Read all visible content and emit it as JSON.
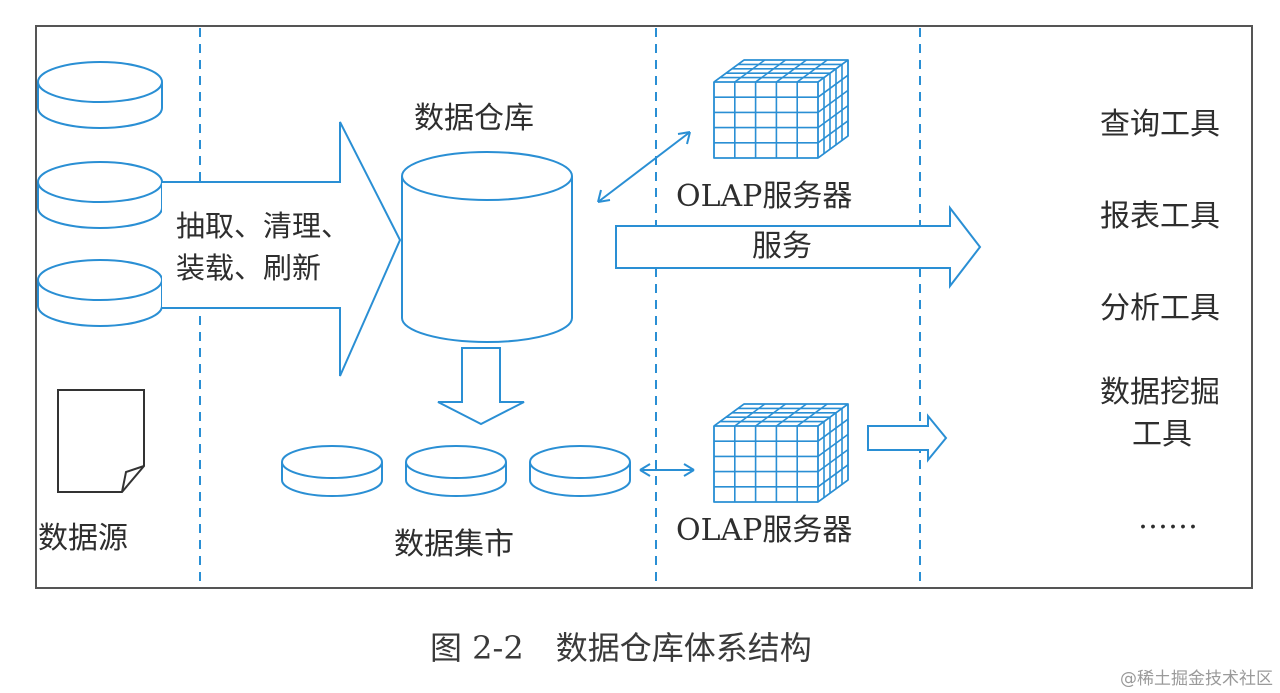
{
  "diagram": {
    "data_source_label": "数据源",
    "etl_label_line1": "抽取、清理、",
    "etl_label_line2": "装载、刷新",
    "warehouse_label": "数据仓库",
    "datamart_label": "数据集市",
    "olap_label_top": "OLAP服务器",
    "olap_label_bottom": "OLAP服务器",
    "service_label": "服务",
    "tools": [
      "查询工具",
      "报表工具",
      "分析工具",
      "数据挖掘",
      "工具",
      "……"
    ]
  },
  "caption": "图 2-2　数据仓库体系结构",
  "watermark": "@稀土掘金技术社区",
  "colors": {
    "accent": "#2a8fd4",
    "frame": "#555555",
    "text": "#2e2e2e"
  }
}
